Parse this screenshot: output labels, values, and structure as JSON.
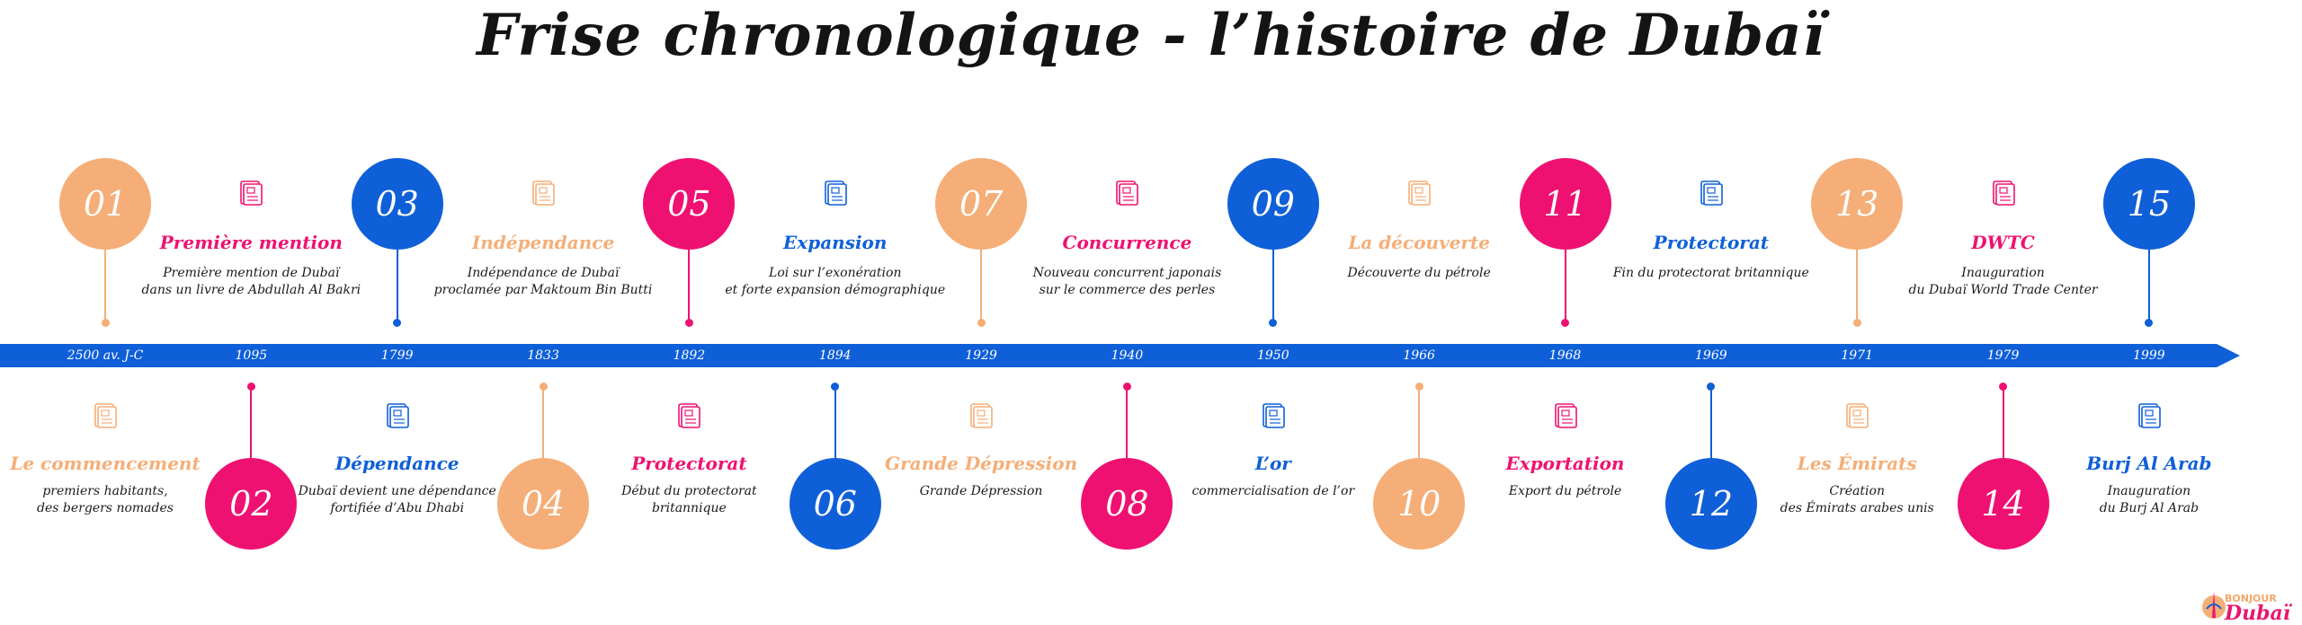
{
  "title": "Frise chronologique - l’histoire de Dubaï",
  "colors": {
    "orange": "#f5ae77",
    "blue": "#0f5fd8",
    "pink": "#ef1171",
    "bar": "#0f5fd8"
  },
  "events": [
    {
      "num": "01",
      "year": "2500 av. J-C",
      "title": "Le commencement",
      "desc": [
        "premiers habitants,",
        "des bergers nomades"
      ],
      "color": "orange"
    },
    {
      "num": "02",
      "year": "1095",
      "title": "Première mention",
      "desc": [
        "Première mention de Dubaï",
        "dans un livre de Abdullah Al Bakri"
      ],
      "color": "pink"
    },
    {
      "num": "03",
      "year": "1799",
      "title": "Dépendance",
      "desc": [
        "Dubaï devient une dépendance",
        "fortifiée d’Abu Dhabi"
      ],
      "color": "blue"
    },
    {
      "num": "04",
      "year": "1833",
      "title": "Indépendance",
      "desc": [
        "Indépendance de Dubaï",
        "proclamée par Maktoum Bin Butti"
      ],
      "color": "orange"
    },
    {
      "num": "05",
      "year": "1892",
      "title": "Protectorat",
      "desc": [
        "Début du protectorat",
        "britannique"
      ],
      "color": "pink"
    },
    {
      "num": "06",
      "year": "1894",
      "title": "Expansion",
      "desc": [
        "Loi sur l’exonération",
        "et forte expansion démographique"
      ],
      "color": "blue"
    },
    {
      "num": "07",
      "year": "1929",
      "title": "Grande Dépression",
      "desc": [
        "Grande Dépression"
      ],
      "color": "orange"
    },
    {
      "num": "08",
      "year": "1940",
      "title": "Concurrence",
      "desc": [
        "Nouveau concurrent japonais",
        "sur le commerce des perles"
      ],
      "color": "pink"
    },
    {
      "num": "09",
      "year": "1950",
      "title": "L’or",
      "desc": [
        "commercialisation de l’or"
      ],
      "color": "blue"
    },
    {
      "num": "10",
      "year": "1966",
      "title": "La découverte",
      "desc": [
        "Découverte du pétrole"
      ],
      "color": "orange"
    },
    {
      "num": "11",
      "year": "1968",
      "title": "Exportation",
      "desc": [
        "Export du pétrole"
      ],
      "color": "pink"
    },
    {
      "num": "12",
      "year": "1969",
      "title": "Protectorat",
      "desc": [
        "Fin du protectorat britannique"
      ],
      "color": "blue"
    },
    {
      "num": "13",
      "year": "1971",
      "title": "Les Émirats",
      "desc": [
        "Création",
        "des Émirats arabes unis"
      ],
      "color": "orange"
    },
    {
      "num": "14",
      "year": "1979",
      "title": "DWTC",
      "desc": [
        "Inauguration",
        "du Dubaï World Trade Center"
      ],
      "color": "pink"
    },
    {
      "num": "15",
      "year": "1999",
      "title": "Burj Al Arab",
      "desc": [
        "Inauguration",
        "du Burj Al Arab"
      ],
      "color": "blue"
    }
  ],
  "logo": {
    "top": "BONJOUR",
    "main": "Dubaï"
  }
}
